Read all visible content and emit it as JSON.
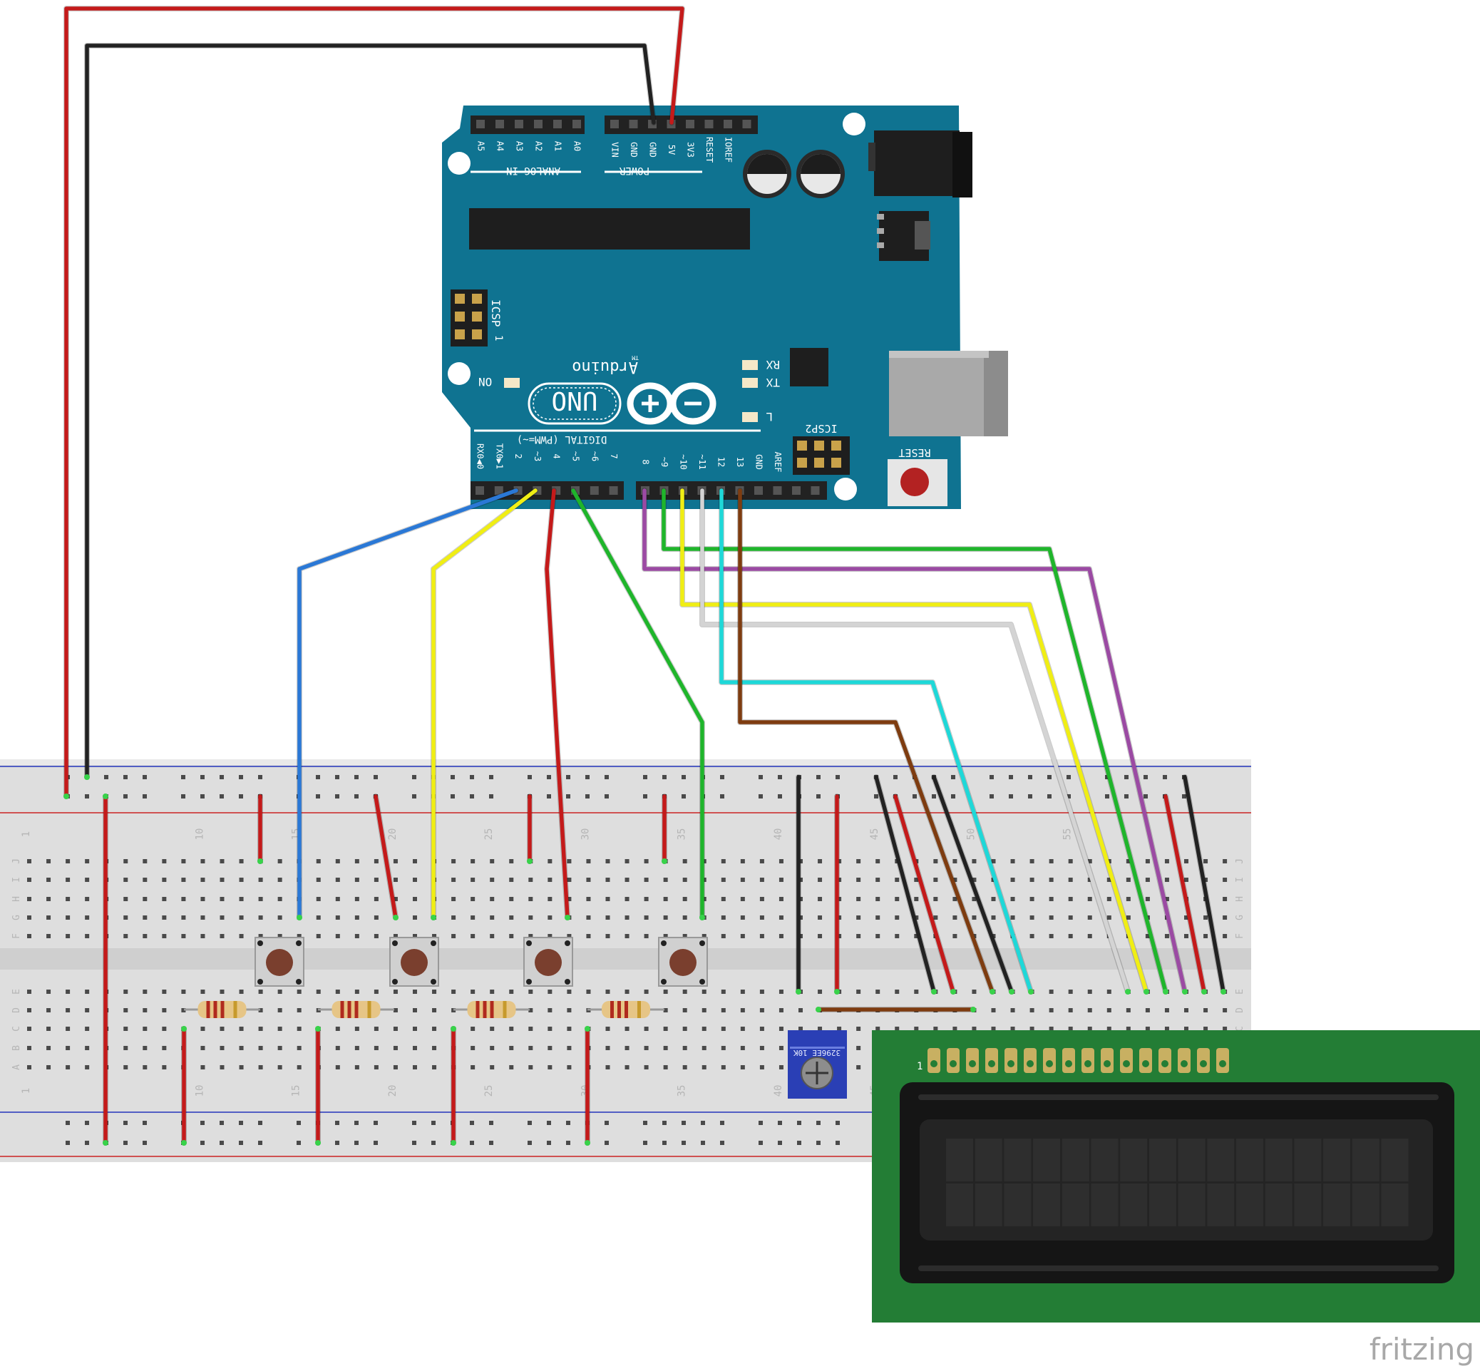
{
  "arduino": {
    "analog_header": "ANALOG IN",
    "analog_pins": [
      "A5",
      "A4",
      "A3",
      "A2",
      "A1",
      "A0"
    ],
    "power_header": "POWER",
    "power_pins": [
      "VIN",
      "GND",
      "GND",
      "5V",
      "3V3",
      "RESET",
      "IOREF"
    ],
    "digital_header": "DIGITAL (PWM=~)",
    "digital_pins_low": [
      "RX0◀0",
      "TX0▶1",
      "2",
      "~3",
      "4",
      "~5",
      "~6",
      "7"
    ],
    "digital_pins_high": [
      "8",
      "~9",
      "~10",
      "~11",
      "12",
      "13",
      "GND",
      "AREF"
    ],
    "brand": "Arduino",
    "tm": "TM",
    "model": "UNO",
    "icsp_label": "ICSP",
    "icsp_pin1": "1",
    "icsp2_label": "ICSP2",
    "reset_label": "RESET",
    "on_label": "ON",
    "rx_label": "RX",
    "tx_label": "TX",
    "l_label": "L"
  },
  "breadboard": {
    "column_numbers": [
      "1",
      "10",
      "15",
      "20",
      "25",
      "30",
      "35",
      "40",
      "45",
      "50",
      "55"
    ],
    "rows_top": [
      "J",
      "I",
      "H",
      "G",
      "F"
    ],
    "rows_bottom": [
      "E",
      "D",
      "C",
      "B",
      "A"
    ]
  },
  "lcd": {
    "pin1_label": "1"
  },
  "potentiometer": {
    "label": "3296EE 10K"
  },
  "watermark": "fritzing",
  "colors": {
    "board": "#0f7391",
    "breadboard": "#dedede",
    "lcd_pcb": "#237d35",
    "wire_red": "#c41a1a",
    "wire_black": "#222222",
    "wire_blue": "#2a78d6",
    "wire_yellow": "#f0ee14",
    "wire_green": "#1fb52b",
    "wire_purple": "#9b4aa3",
    "wire_white": "#d4d4d4",
    "wire_cyan": "#1ed8d8",
    "wire_brown": "#7e3c10"
  }
}
